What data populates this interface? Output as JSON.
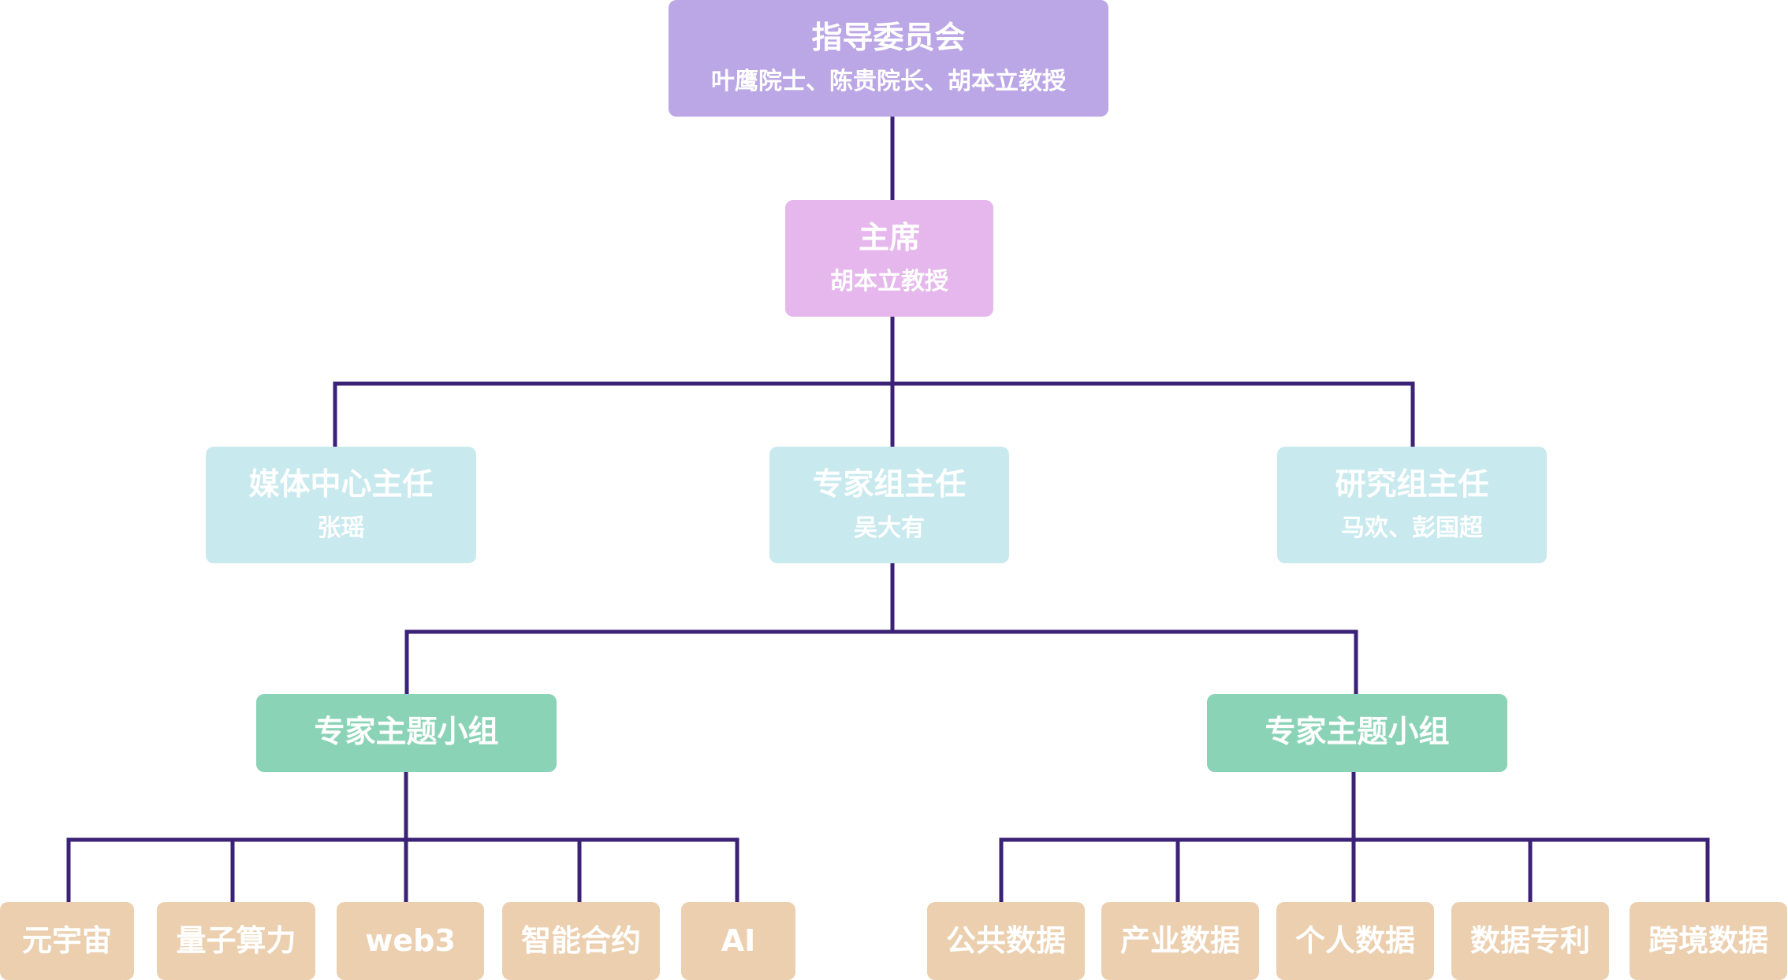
{
  "colors": {
    "steering": "#bba6e6",
    "chair": "#e6b7ec",
    "director": "#c8e9ee",
    "group": "#8bd3b7",
    "topic": "#ebcfaf",
    "connector": "#3b2277",
    "text": "#ffffff"
  },
  "steering": {
    "title": "指导委员会",
    "members": "叶鹰院士、陈贵院长、胡本立教授"
  },
  "chair": {
    "title": "主席",
    "name": "胡本立教授"
  },
  "directors": [
    {
      "title": "媒体中心主任",
      "name": "张瑶"
    },
    {
      "title": "专家组主任",
      "name": "吴大有"
    },
    {
      "title": "研究组主任",
      "name": "马欢、彭国超"
    }
  ],
  "groups": [
    {
      "title": "专家主题小组",
      "topics": [
        "元宇宙",
        "量子算力",
        "web3",
        "智能合约",
        "AI"
      ]
    },
    {
      "title": "专家主题小组",
      "topics": [
        "公共数据",
        "产业数据",
        "个人数据",
        "数据专利",
        "跨境数据"
      ]
    }
  ]
}
